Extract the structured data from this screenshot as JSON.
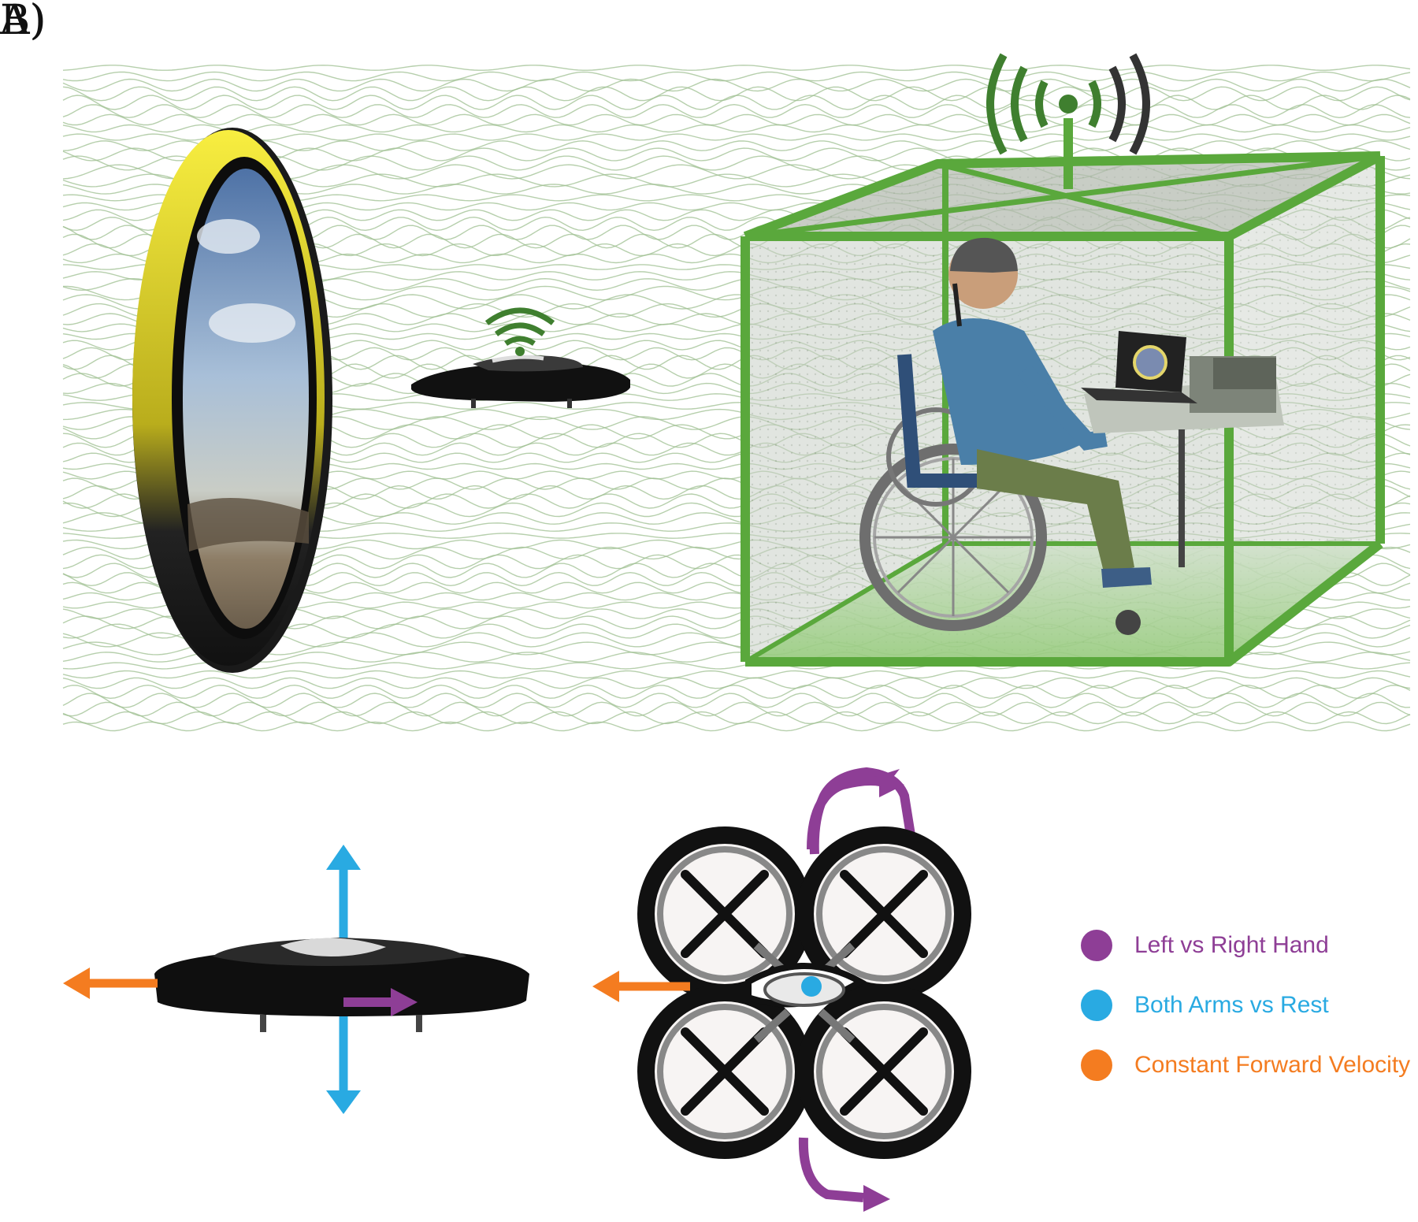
{
  "panel_a": {
    "label": "A)"
  },
  "panel_b": {
    "label": "B)"
  },
  "legend": {
    "items": [
      {
        "label": "Left vs Right Hand",
        "color": "#8e3e96"
      },
      {
        "label": "Both Arms vs Rest",
        "color": "#29aae2"
      },
      {
        "label": "Constant Forward Velocity",
        "color": "#f47c20"
      }
    ]
  },
  "colors": {
    "wave": "#9dbf90",
    "cage_frame": "#5aa83c",
    "ring": "#f2ea3a",
    "drone_body": "#111111",
    "purple_arrow": "#8e3e96",
    "blue_arrow": "#29aae2",
    "orange_arrow": "#f47c20",
    "person_shirt": "#4a7fa8",
    "person_pants": "#6b7d4a"
  },
  "icons": [
    "wifi-icon",
    "antenna-icon",
    "laptop-icon"
  ]
}
